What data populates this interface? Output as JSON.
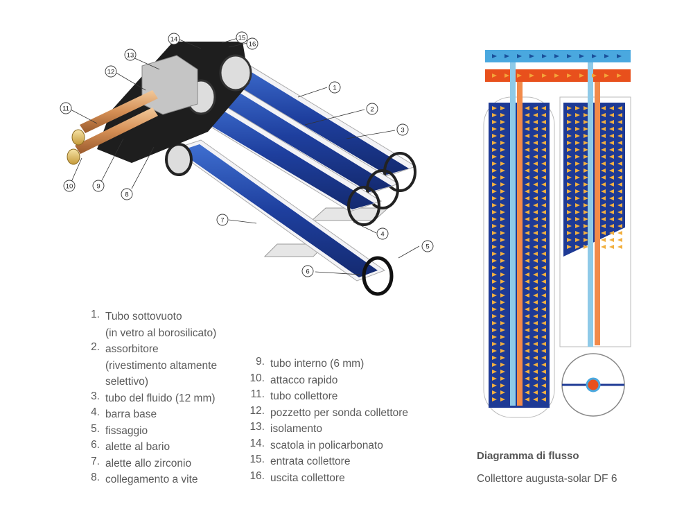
{
  "legend_left": [
    {
      "num": "1.",
      "lines": [
        "Tubo sottovuoto",
        "(in vetro al borosilicato)"
      ]
    },
    {
      "num": "2.",
      "lines": [
        "assorbitore",
        "(rivestimento altamente",
        "selettivo)"
      ]
    },
    {
      "num": "3.",
      "lines": [
        "tubo del fluido (12 mm)"
      ]
    },
    {
      "num": "4.",
      "lines": [
        "barra base"
      ]
    },
    {
      "num": "5.",
      "lines": [
        "fissaggio"
      ]
    },
    {
      "num": "6.",
      "lines": [
        "alette al bario"
      ]
    },
    {
      "num": "7.",
      "lines": [
        "alette allo zirconio"
      ]
    },
    {
      "num": "8.",
      "lines": [
        "collegamento a vite"
      ]
    }
  ],
  "legend_right": [
    {
      "num": "9.",
      "text": "tubo interno (6 mm)"
    },
    {
      "num": "10.",
      "text": "attacco rapido"
    },
    {
      "num": "11.",
      "text": "tubo collettore"
    },
    {
      "num": "12.",
      "text": "pozzetto per sonda collettore"
    },
    {
      "num": "13.",
      "text": "isolamento"
    },
    {
      "num": "14.",
      "text": "scatola in policarbonato"
    },
    {
      "num": "15.",
      "text": "entrata collettore"
    },
    {
      "num": "16.",
      "text": "uscita collettore"
    }
  ],
  "callouts": [
    "1",
    "2",
    "3",
    "4",
    "5",
    "6",
    "7",
    "8",
    "9",
    "10",
    "11",
    "12",
    "13",
    "14",
    "15",
    "16"
  ],
  "flow_title": "Diagramma di flusso",
  "flow_subtitle": "Collettore augusta-solar DF 6",
  "colors": {
    "tube_blue": "#1f3f9e",
    "cold_pipe": "#4aa8df",
    "hot_pipe": "#e8501c",
    "copper": "#d79a60",
    "housing": "#1e1e1e",
    "insulation": "#bfbfbf",
    "text": "#555555"
  }
}
